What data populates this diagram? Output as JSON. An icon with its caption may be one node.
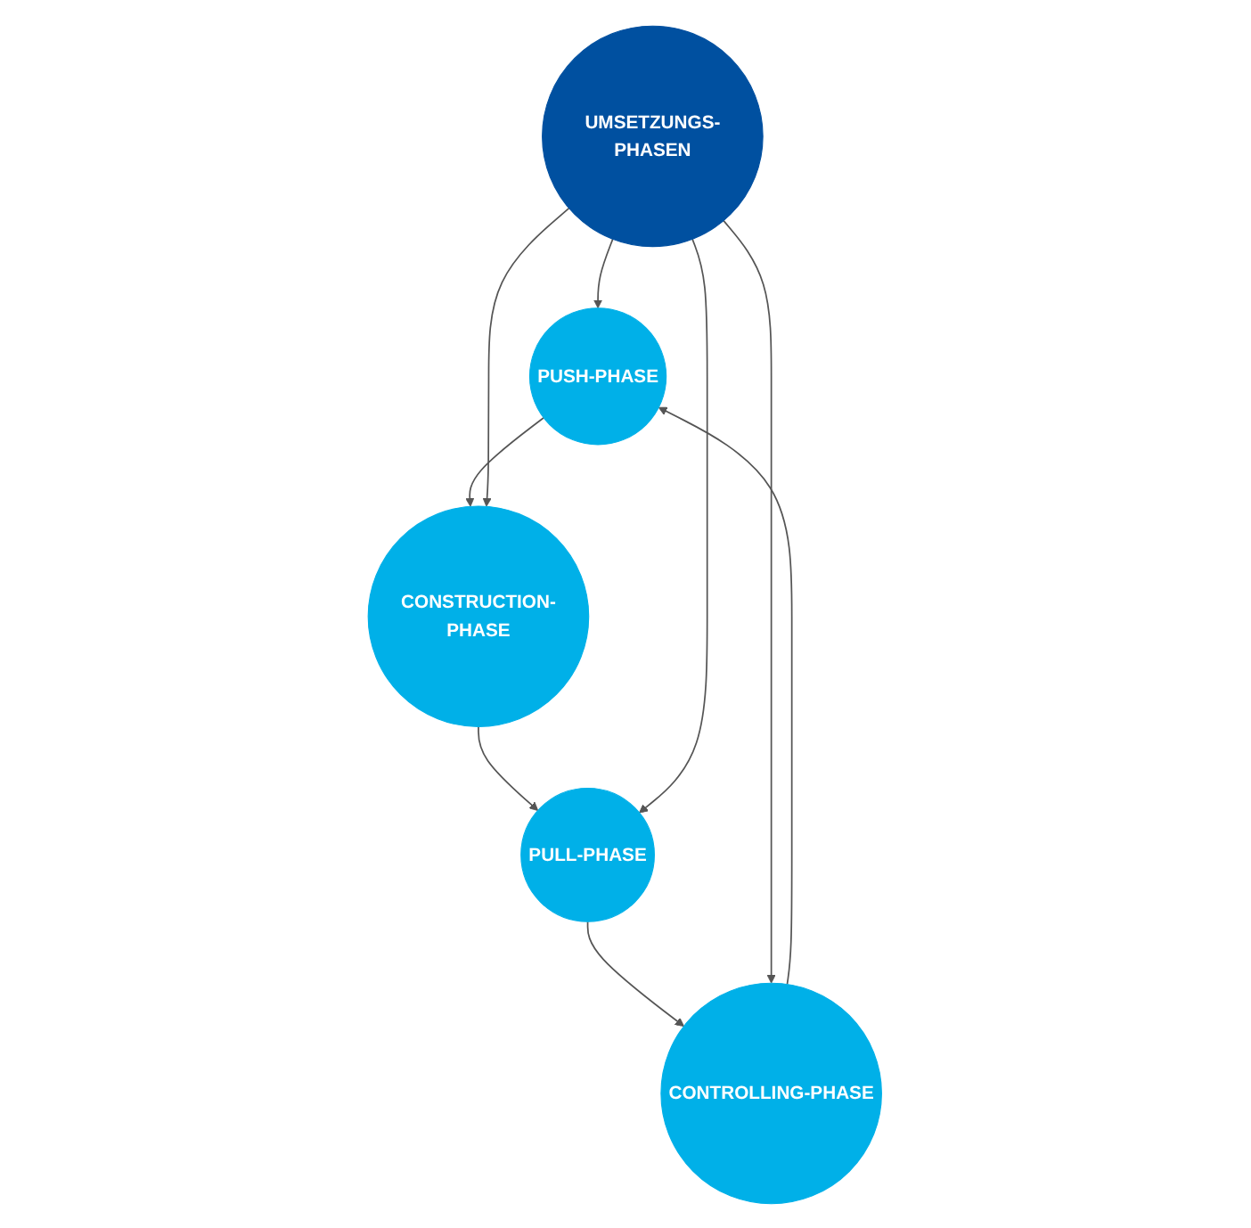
{
  "diagram": {
    "nodes": [
      {
        "text": [
          "PUSH-PHASE"
        ]
      },
      {
        "text": [
          "CONSTRUCTION-PHASE"
        ]
      },
      {
        "text": [
          "UMSETZUNGS-PHASEN"
        ]
      },
      {
        "text": [
          "CONTROLLING-PHASE"
        ]
      },
      {
        "text": [
          "PULL-PHASE"
        ]
      }
    ],
    "edges": [
      {
        "from": 0,
        "to": 1,
        "arrow": "to"
      },
      {
        "from": 1,
        "to": 4,
        "arrow": "to"
      },
      {
        "from": 4,
        "to": 3,
        "arrow": "to"
      },
      {
        "from": 3,
        "to": 0,
        "arrow": "to"
      },
      {
        "from": 2,
        "to": 0,
        "arrow": "to"
      },
      {
        "from": 2,
        "to": 1,
        "arrow": "to"
      },
      {
        "from": 2,
        "to": 3,
        "arrow": "to"
      },
      {
        "from": 2,
        "to": 4,
        "arrow": "to"
      }
    ]
  }
}
